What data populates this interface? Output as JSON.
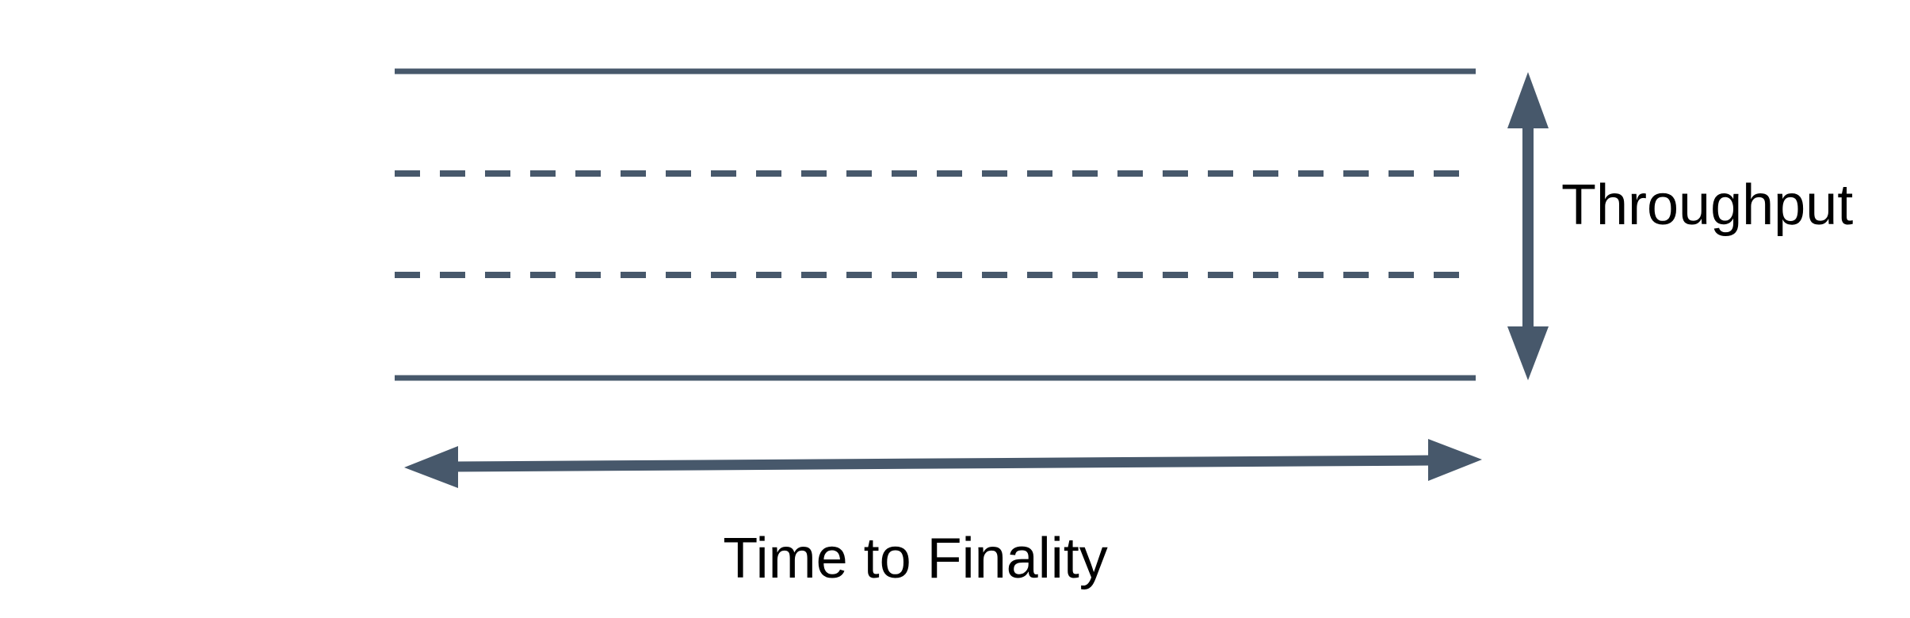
{
  "diagram": {
    "colors": {
      "line": "#47586b",
      "label": "#000000",
      "background": "#ffffff"
    },
    "band": {
      "description": "horizontal band of four lines",
      "lines": [
        {
          "position": "top",
          "style": "solid"
        },
        {
          "position": "inner-upper",
          "style": "dashed"
        },
        {
          "position": "inner-lower",
          "style": "dashed"
        },
        {
          "position": "bottom",
          "style": "solid"
        }
      ]
    },
    "labels": {
      "throughput": "Throughput",
      "time_to_finality": "Time to Finality"
    },
    "arrows": [
      {
        "name": "throughput-range-arrow",
        "orientation": "vertical",
        "heads": "both"
      },
      {
        "name": "time-to-finality-range-arrow",
        "orientation": "horizontal",
        "heads": "both"
      }
    ]
  }
}
